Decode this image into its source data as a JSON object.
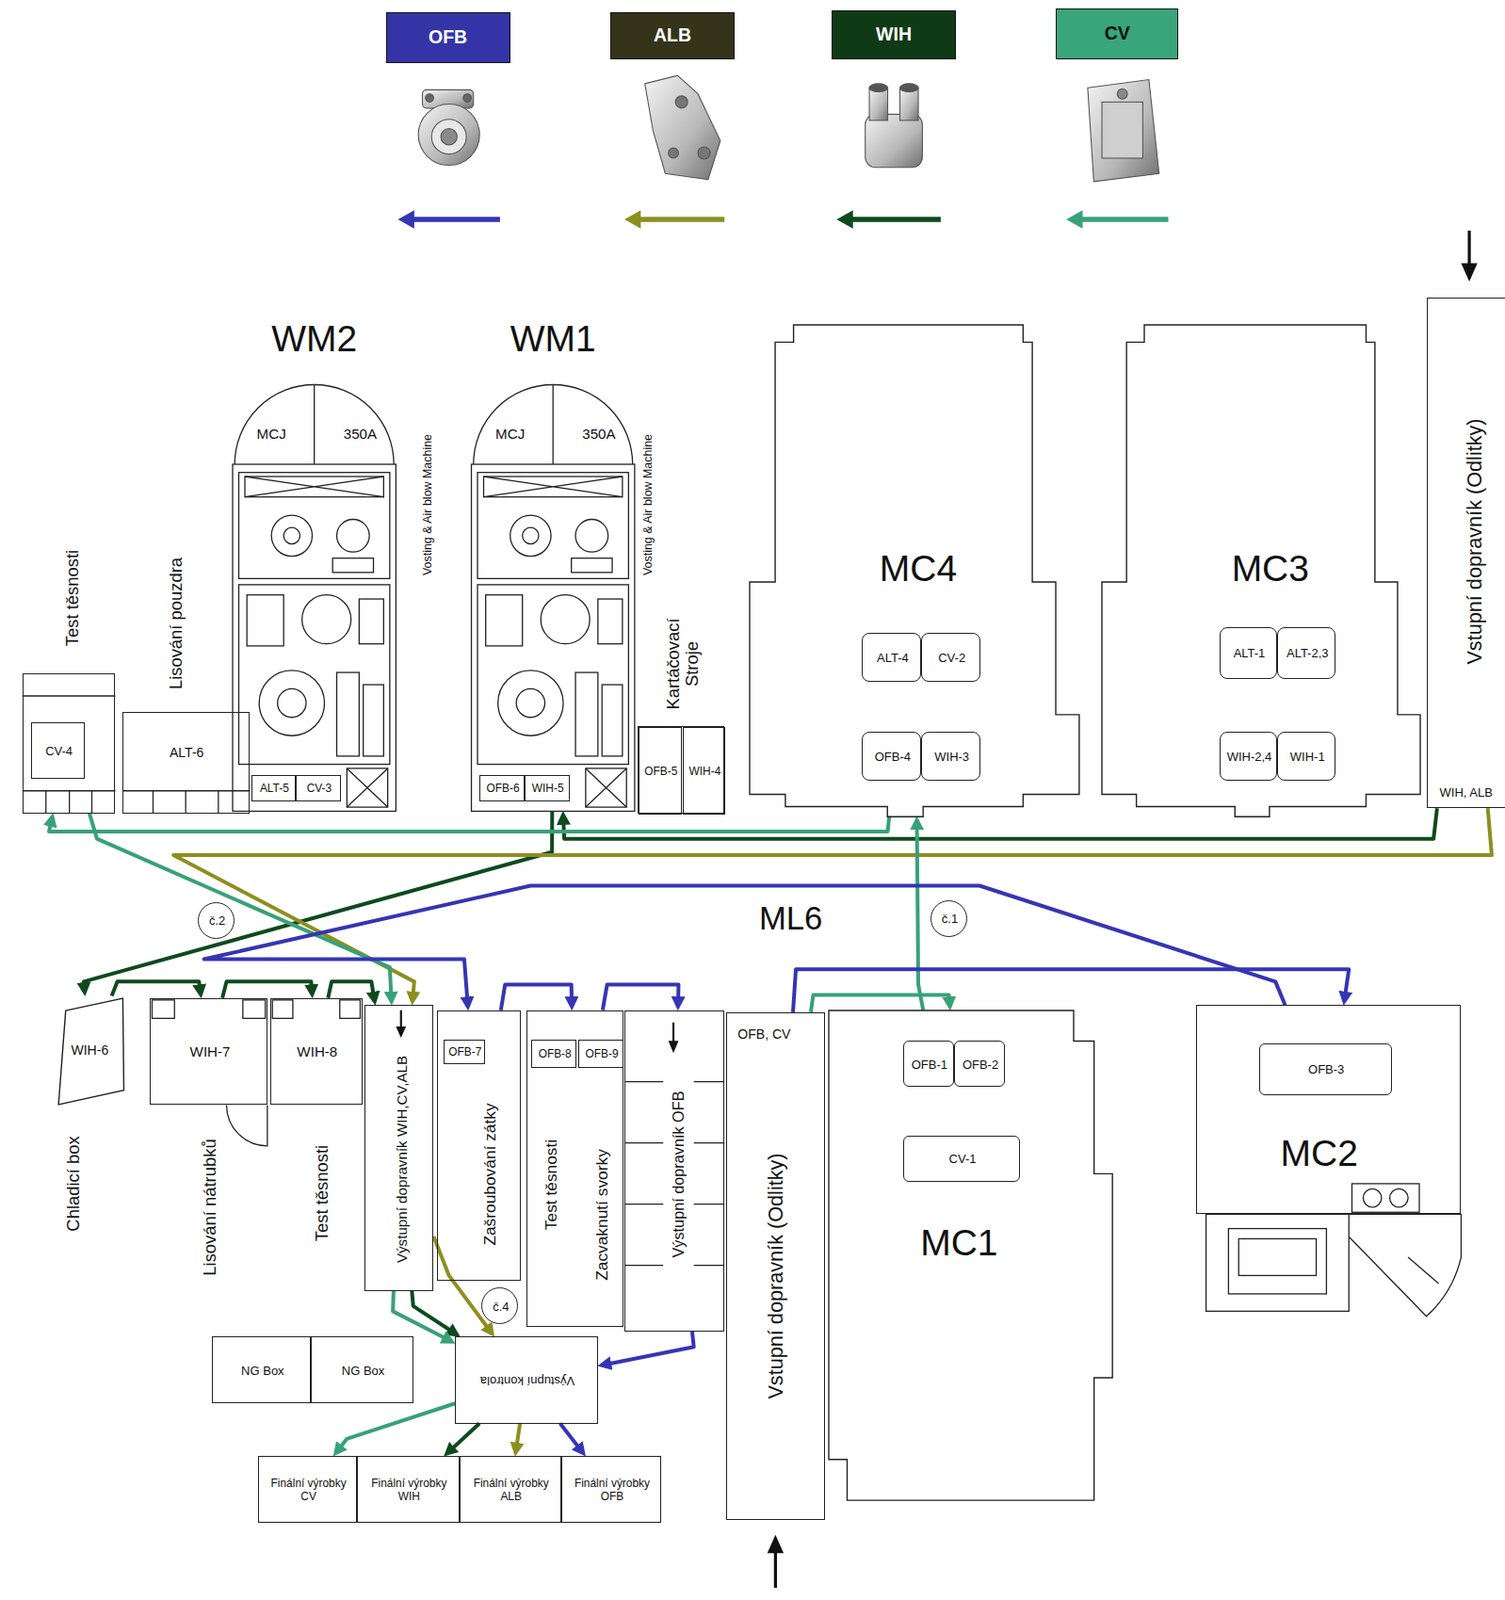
{
  "diagram": {
    "nodes": [
      {
        "text": [
          "Test těsnosti"
        ]
      },
      {
        "text": [
          "CV-4"
        ],
        "in": 0
      },
      {
        "text": [
          "Lisování pouzdra",
          "ALT-6"
        ]
      },
      {
        "text": [
          "WM2",
          "MCJ",
          "350A",
          "Vosting & Air blow Machine"
        ]
      },
      {
        "text": [
          "ALT-5"
        ],
        "in": 3
      },
      {
        "text": [
          "CV-3"
        ],
        "in": 3
      },
      {
        "text": [
          "WM1",
          "MCJ",
          "350A",
          "Vosting & Air blow Machine"
        ]
      },
      {
        "text": [
          "OFB-6"
        ],
        "in": 6
      },
      {
        "text": [
          "WIH-5"
        ],
        "in": 6
      },
      {
        "text": [
          "Kartáčovací Stroje"
        ]
      },
      {
        "text": [
          "OFB-5"
        ],
        "in": 9
      },
      {
        "text": [
          "WIH-4"
        ],
        "in": 9
      },
      {
        "text": [
          "MC4"
        ]
      },
      {
        "text": [
          "ALT-4"
        ],
        "in": 12
      },
      {
        "text": [
          "CV-2"
        ],
        "in": 12
      },
      {
        "text": [
          "OFB-4"
        ],
        "in": 12
      },
      {
        "text": [
          "WIH-3"
        ],
        "in": 12
      },
      {
        "text": [
          "MC3"
        ]
      },
      {
        "text": [
          "ALT-1"
        ],
        "in": 17
      },
      {
        "text": [
          "ALT-2,3"
        ],
        "in": 17
      },
      {
        "text": [
          "WIH-2,4"
        ],
        "in": 17
      },
      {
        "text": [
          "WIH-1"
        ],
        "in": 17
      },
      {
        "text": [
          "Vstupní dopravník (Odlitky)",
          "WIH, ALB"
        ]
      },
      {
        "text": [
          "č.2"
        ]
      },
      {
        "text": [
          "č.1"
        ]
      },
      {
        "text": [
          "WIH-6",
          "Chladicí box"
        ]
      },
      {
        "text": [
          "WIH-7",
          "Lisování nátrubků"
        ]
      },
      {
        "text": [
          "WIH-8",
          "Test těsnosti"
        ]
      },
      {
        "text": [
          "Výstupní dopravník WIH,CV,ALB"
        ]
      },
      {
        "text": [
          "Zašroubování zátky"
        ]
      },
      {
        "text": [
          "OFB-7"
        ],
        "in": 29
      },
      {
        "text": [
          "Test těsnosti",
          "Zacvaknutí svorky"
        ]
      },
      {
        "text": [
          "OFB-8"
        ],
        "in": 31
      },
      {
        "text": [
          "OFB-9"
        ],
        "in": 31
      },
      {
        "text": [
          "Výstupní dopravník OFB"
        ]
      },
      {
        "text": [
          "Vstupní dopravník (Odlitky)",
          "OFB, CV"
        ]
      },
      {
        "text": [
          "MC1"
        ]
      },
      {
        "text": [
          "OFB-1"
        ],
        "in": 36
      },
      {
        "text": [
          "OFB-2"
        ],
        "in": 36
      },
      {
        "text": [
          "CV-1"
        ],
        "in": 36
      },
      {
        "text": [
          "MC2"
        ]
      },
      {
        "text": [
          "OFB-3"
        ],
        "in": 40
      },
      {
        "text": [
          "č.4"
        ]
      },
      {
        "text": [
          "Výstupní kontrola"
        ]
      },
      {
        "text": [
          "NG Box"
        ]
      },
      {
        "text": [
          "NG Box"
        ]
      },
      {
        "text": [
          "Finální výrobky CV"
        ]
      },
      {
        "text": [
          "Finální výrobky WIH"
        ]
      },
      {
        "text": [
          "Finální výrobky ALB"
        ]
      },
      {
        "text": [
          "Finální výrobky OFB"
        ]
      }
    ],
    "edges": [
      {
        "from": 22,
        "to": 6,
        "arrow": "to"
      },
      {
        "from": 6,
        "to": 25,
        "arrow": "to"
      },
      {
        "from": 25,
        "to": 26,
        "arrow": "to"
      },
      {
        "from": 26,
        "to": 27,
        "arrow": "to"
      },
      {
        "from": 27,
        "to": 28,
        "arrow": "to"
      },
      {
        "from": 28,
        "to": 43,
        "arrow": "to"
      },
      {
        "from": 43,
        "to": 47,
        "arrow": "to"
      },
      {
        "from": 22,
        "to": 28,
        "arrow": "to"
      },
      {
        "from": 28,
        "to": 43,
        "arrow": "to"
      },
      {
        "from": 43,
        "to": 48,
        "arrow": "to"
      },
      {
        "from": 35,
        "to": 36,
        "arrow": "to"
      },
      {
        "from": 36,
        "to": 12,
        "arrow": "to"
      },
      {
        "from": 12,
        "to": 0,
        "arrow": "to"
      },
      {
        "from": 0,
        "to": 28,
        "arrow": "to"
      },
      {
        "from": 28,
        "to": 43,
        "arrow": "to"
      },
      {
        "from": 43,
        "to": 46,
        "arrow": "to"
      },
      {
        "from": 35,
        "to": 40,
        "arrow": "to"
      },
      {
        "from": 40,
        "to": 29,
        "arrow": "to"
      },
      {
        "from": 29,
        "to": 31,
        "arrow": "to"
      },
      {
        "from": 31,
        "to": 34,
        "arrow": "to"
      },
      {
        "from": 34,
        "to": 43,
        "arrow": "to"
      },
      {
        "from": 43,
        "to": 49,
        "arrow": "to"
      }
    ],
    "labels": [
      "ML6"
    ],
    "legend": [
      {
        "text": "OFB",
        "color": "#3434a6"
      },
      {
        "text": "ALB",
        "color": "#35331a"
      },
      {
        "text": "WIH",
        "color": "#0f3a16"
      },
      {
        "text": "CV",
        "color": "#3aa47a"
      }
    ]
  }
}
